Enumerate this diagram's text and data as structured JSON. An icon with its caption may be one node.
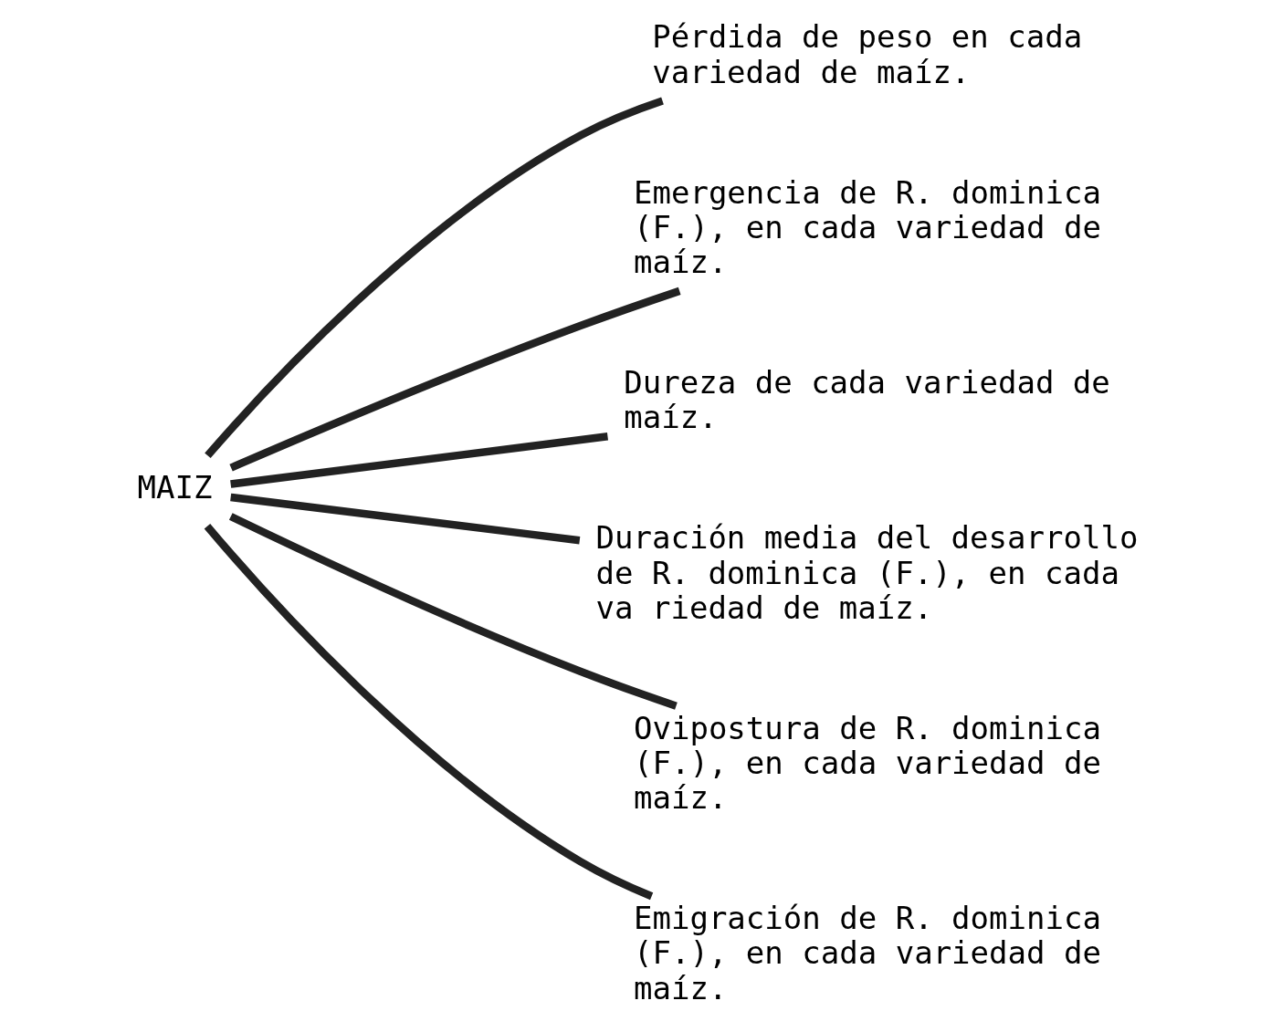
{
  "diagram": {
    "nodes": [
      {
        "text": [
          "MAIZ"
        ]
      },
      {
        "text": [
          "Pérdida de peso en cada variedad de maíz."
        ]
      },
      {
        "text": [
          "Emergencia de R. dominica (F.), en cada variedad de maíz."
        ]
      },
      {
        "text": [
          "Dureza de cada variedad de maíz."
        ]
      },
      {
        "text": [
          "Duración media del desarrollo de R. dominica (F.), en cada va riedad de maíz."
        ]
      },
      {
        "text": [
          "Ovipostura de R. dominica (F.), en cada variedad de maíz."
        ]
      },
      {
        "text": [
          "Emigración de R. dominica (F.), en cada variedad de maíz."
        ]
      }
    ],
    "edges": [
      {
        "from": 0,
        "to": 1,
        "arrow": "none"
      },
      {
        "from": 0,
        "to": 2,
        "arrow": "none"
      },
      {
        "from": 0,
        "to": 3,
        "arrow": "none"
      },
      {
        "from": 0,
        "to": 4,
        "arrow": "none"
      },
      {
        "from": 0,
        "to": 5,
        "arrow": "none"
      },
      {
        "from": 0,
        "to": 6,
        "arrow": "none"
      }
    ]
  }
}
